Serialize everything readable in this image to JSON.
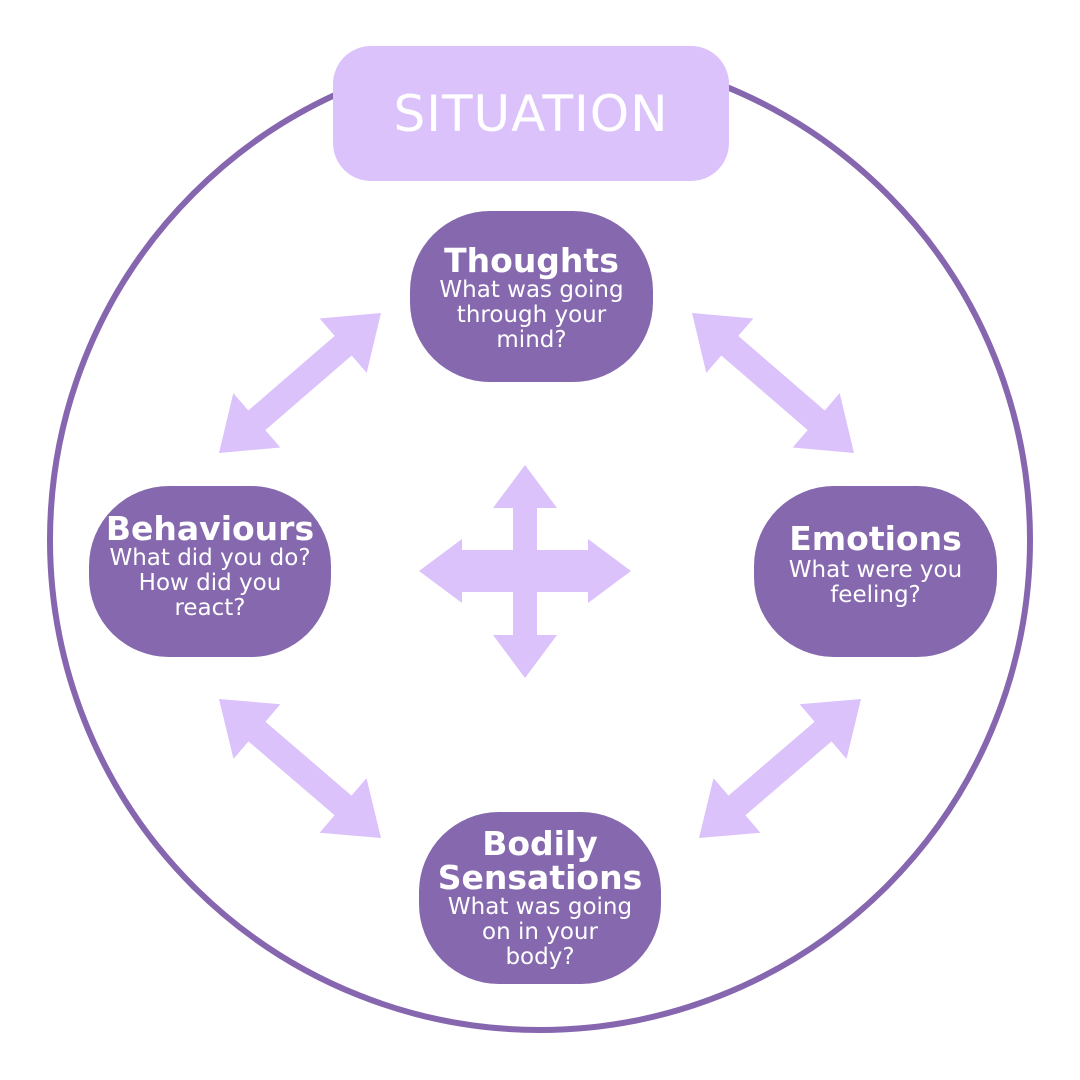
{
  "diagram": {
    "title": "SITUATION",
    "colors": {
      "circle": "#8766b0",
      "situation_fill": "#dbc2fb",
      "node_fill": "#8568ae",
      "arrow_fill": "#dbc2fb",
      "text": "#ffffff"
    },
    "nodes": {
      "thoughts": {
        "title": "Thoughts",
        "subtitle": "What was going\nthrough your\nmind?"
      },
      "behaviours": {
        "title": "Behaviours",
        "subtitle": "What did you do?\nHow did you\nreact?"
      },
      "emotions": {
        "title": "Emotions",
        "subtitle": "What were you\nfeeling?"
      },
      "bodily": {
        "title": "Bodily\nSensations",
        "subtitle": "What was going\non in your\nbody?"
      }
    },
    "connections": [
      {
        "from": "behaviours",
        "to": "thoughts",
        "type": "bidirectional"
      },
      {
        "from": "thoughts",
        "to": "emotions",
        "type": "bidirectional"
      },
      {
        "from": "behaviours",
        "to": "bodily",
        "type": "bidirectional"
      },
      {
        "from": "bodily",
        "to": "emotions",
        "type": "bidirectional"
      },
      {
        "center": "four-way",
        "type": "omnidirectional"
      }
    ]
  }
}
